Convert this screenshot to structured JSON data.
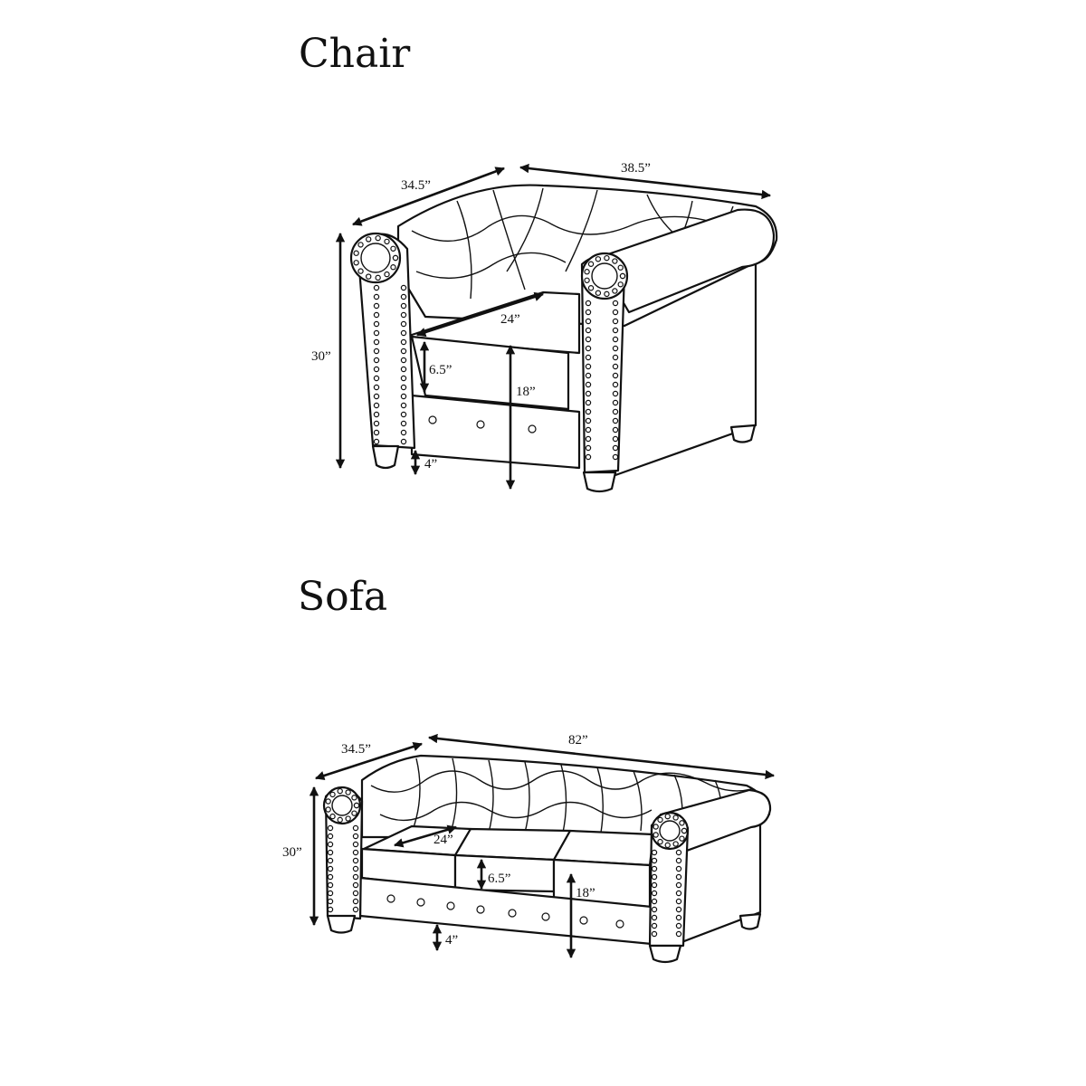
{
  "chair": {
    "title": "Chair",
    "depth": "34.5”",
    "width": "38.5”",
    "height": "30”",
    "seat_depth": "24”",
    "cushion_thickness": "6.5”",
    "seat_height": "18”",
    "leg_height": "4”"
  },
  "sofa": {
    "title": "Sofa",
    "depth": "34.5”",
    "width": "82”",
    "height": "30”",
    "seat_depth": "24”",
    "cushion_thickness": "6.5”",
    "seat_height": "18”",
    "leg_height": "4”"
  },
  "colors": {
    "line": "#111111",
    "background": "#ffffff"
  }
}
